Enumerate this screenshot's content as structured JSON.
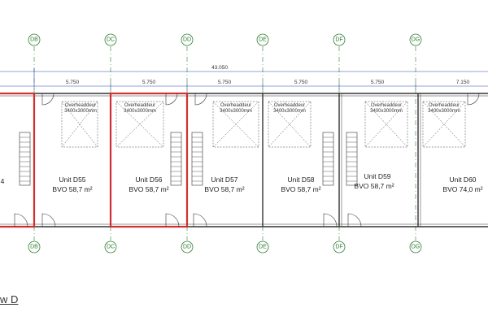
{
  "grid_labels": [
    "DB",
    "DC",
    "DD",
    "DE",
    "DF",
    "DG"
  ],
  "dimensions": {
    "total": "43.050",
    "spans": [
      "5.750",
      "5.750",
      "5.750",
      "5.750",
      "5.750",
      "7.150"
    ]
  },
  "units": [
    {
      "name": "4",
      "area": ""
    },
    {
      "name": "Unit D55",
      "area": "BVO 58,7 m²"
    },
    {
      "name": "Unit D56",
      "area": "BVO 58,7 m²"
    },
    {
      "name": "Unit D57",
      "area": "BVO 58,7 m²"
    },
    {
      "name": "Unit D58",
      "area": "BVO 58,7 m²"
    },
    {
      "name": "Unit D59",
      "area": "BVO 58,7 m²"
    },
    {
      "name": "Unit D60",
      "area": "BVO 74,0 m²"
    }
  ],
  "door_label": {
    "line1": "Overheaddeur",
    "line2": "3400x3000mm"
  },
  "view_title": "w D",
  "colors": {
    "grid": "#2e7d32",
    "dim": "#2a4fa8",
    "highlight": "#d32f2f",
    "wall": "#333333"
  }
}
